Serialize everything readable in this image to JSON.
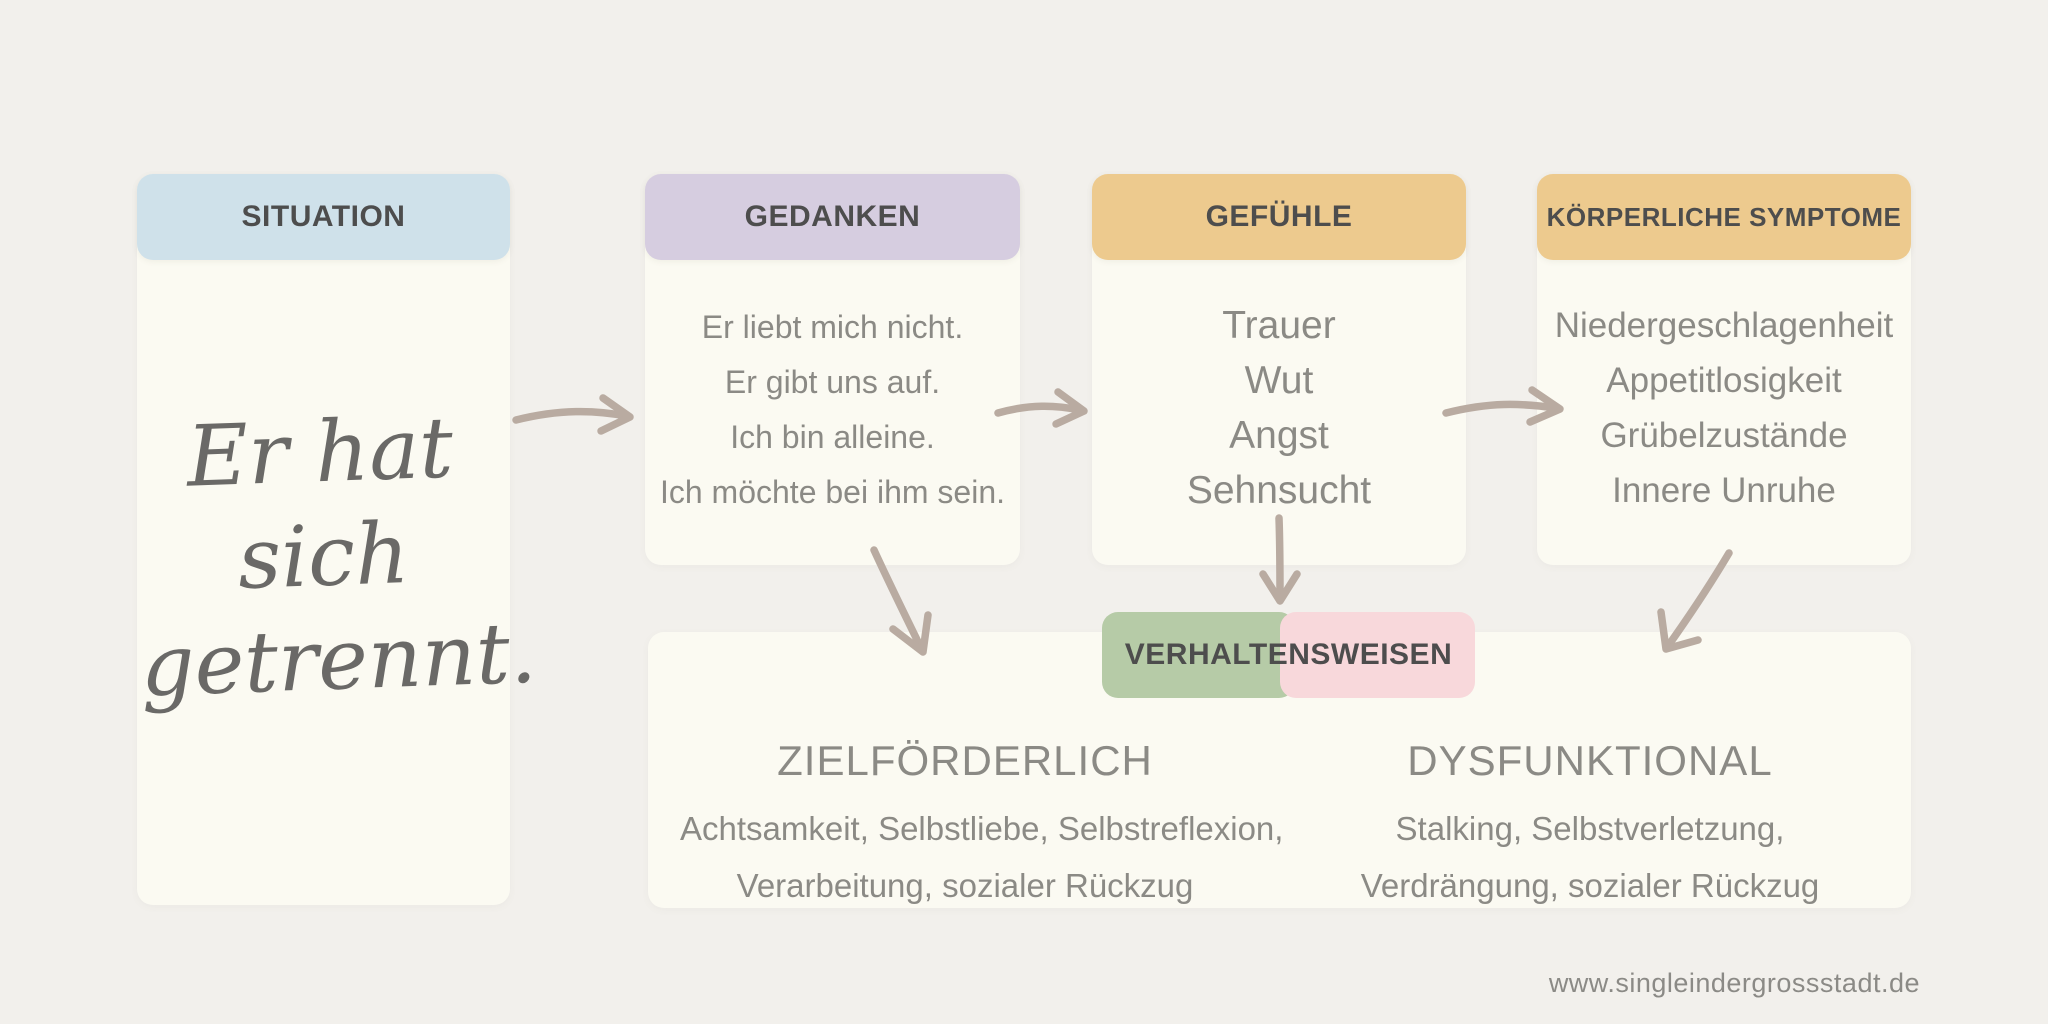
{
  "page": {
    "background": "#f2f0ec",
    "card_color": "#fbfaf2",
    "footer": "www.singleindergrossstadt.de"
  },
  "colors": {
    "header_text": "#4d4d4d",
    "body_text": "#8b8a85",
    "script_text": "#6a6967",
    "arrow": "#b9aba1",
    "situation_header": "#cfe1ea",
    "gedanken_header": "#d6cde0",
    "gefuehle_header": "#edca8e",
    "symptome_header": "#edca8e",
    "behavior_green": "#b6cba7",
    "behavior_pink": "#f8d8db"
  },
  "columns": [
    {
      "id": "situation",
      "header": "SITUATION",
      "header_color": "#cfe1ea",
      "script_lines": [
        "Er hat",
        "sich",
        "getrennt."
      ]
    },
    {
      "id": "gedanken",
      "header": "GEDANKEN",
      "header_color": "#d6cde0",
      "items": [
        "Er liebt mich nicht.",
        "Er gibt uns auf.",
        "Ich bin alleine.",
        "Ich möchte bei ihm sein."
      ]
    },
    {
      "id": "gefuehle",
      "header": "GEFÜHLE",
      "header_color": "#edca8e",
      "items": [
        "Trauer",
        "Wut",
        "Angst",
        "Sehnsucht"
      ]
    },
    {
      "id": "symptome",
      "header": "KÖRPERLICHE SYMPTOME",
      "header_color": "#edca8e",
      "items": [
        "Niedergeschlagenheit",
        "Appetitlosigkeit",
        "Grübelzustände",
        "Innere Unruhe"
      ]
    }
  ],
  "behaviors": {
    "badge": "VERHALTENSWEISEN",
    "badge_left_color": "#b6cba7",
    "badge_right_color": "#f8d8db",
    "left": {
      "title": "ZIELFÖRDERLICH",
      "lines": [
        "Achtsamkeit, Selbstliebe, Selbstreflexion,",
        "Verarbeitung, sozialer Rückzug"
      ]
    },
    "right": {
      "title": "DYSFUNKTIONAL",
      "lines": [
        "Stalking, Selbstverletzung,",
        "Verdrängung, sozialer Rückzug"
      ]
    }
  }
}
